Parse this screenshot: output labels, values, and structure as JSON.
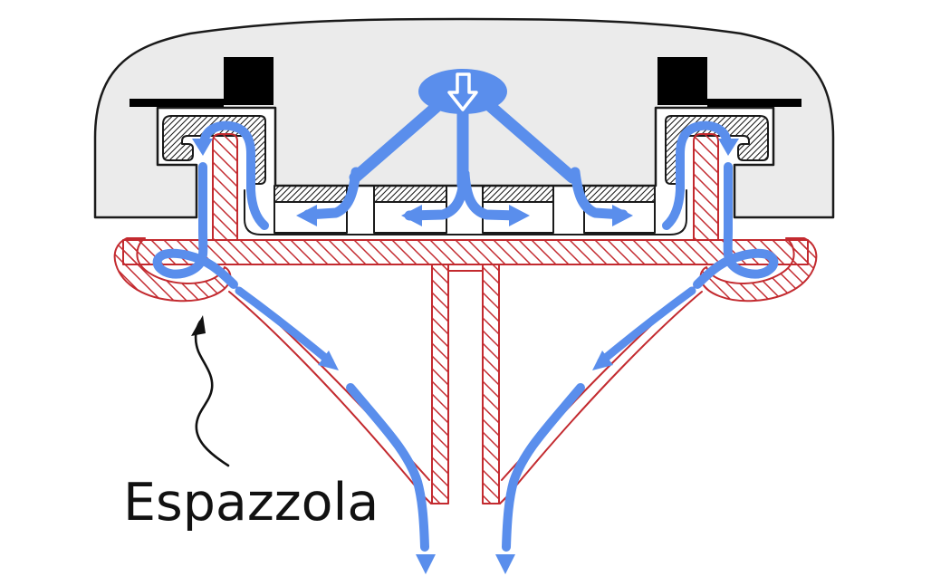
{
  "diagram": {
    "label": "Espazzola",
    "inlet_icon": "down-arrow-icon",
    "colors": {
      "background": "#ffffff",
      "body_gray": "#ebebeb",
      "outline_black": "#1a1a1a",
      "tool_red": "#c32a2f",
      "water_blue": "#5a8eec",
      "bolt_black": "#000000",
      "inlet_arrow_white": "#ffffff"
    },
    "parts": [
      "group-head-body",
      "mounting-bolt-left",
      "mounting-bolt-right",
      "group-gasket-left",
      "group-gasket-right",
      "shower-screen",
      "espazzola-tool",
      "collection-trough-left",
      "collection-trough-right",
      "funnel",
      "water-inlet",
      "water-flow-arrows",
      "label-pointer-arrow"
    ]
  }
}
